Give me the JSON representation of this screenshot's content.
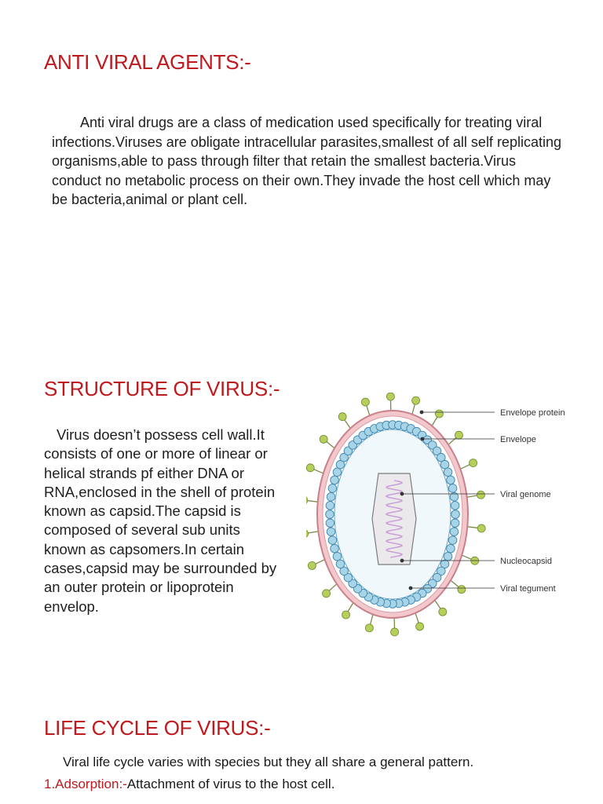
{
  "sections": {
    "antiviral": {
      "title": "ANTI VIRAL AGENTS:-",
      "body": "Anti viral drugs are a class of medication used specifically for treating viral infections.Viruses are obligate intracellular parasites,smallest of all self replicating organisms,able to pass through filter that retain the smallest bacteria.Virus conduct no metabolic process on their own.They invade the host cell which may be bacteria,animal or plant cell."
    },
    "structure": {
      "title": "STRUCTURE OF VIRUS:-",
      "body": "Virus doesn’t possess cell wall.It consists of one or more of linear or helical strands pf either DNA or RNA,enclosed in the shell of protein known as capsid.The capsid is composed of several sub units known as capsomers.In certain cases,capsid may be surrounded by an outer protein or lipoprotein envelop."
    },
    "lifecycle": {
      "title": "LIFE CYCLE OF VIRUS:-",
      "intro": "Viral life cycle varies with species but they all share a general pattern.",
      "step1_label": "1.Adsorption:-",
      "step1_text": "Attachment of virus to the host cell."
    }
  },
  "diagram": {
    "labels": {
      "envelope_protein": "Envelope protein",
      "envelope": "Envelope",
      "viral_genome": "Viral genome",
      "nucleocapsid": "Nucleocapsid",
      "viral_tegument": "Viral tegument"
    },
    "colors": {
      "envelope": "#e8a0a8",
      "capsomer": "#a8d4e8",
      "spike": "#b6cf5a",
      "genome": "#c9a0d8",
      "heading": "#c0191d"
    }
  }
}
